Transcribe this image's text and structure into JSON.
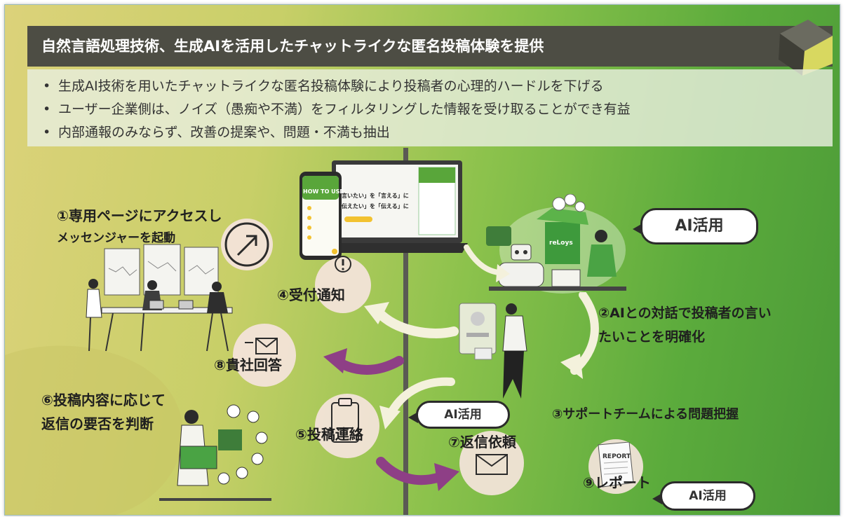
{
  "title": "自然言語処理技術、生成AIを活用したチャットライクな匿名投稿体験を提供",
  "bullets": [
    "生成AI技術を用いたチャットライクな匿名投稿体験により投稿者の心理的ハードルを下げる",
    "ユーザー企業側は、ノイズ（愚痴や不満）をフィルタリングした情報を受け取ることができ有益",
    "内部通報のみならず、改善の提案や、問題・不満も抽出"
  ],
  "steps": {
    "s1_line1": "①専用ページにアクセスし",
    "s1_line2": "メッセンジャーを起動",
    "s2_line1": "②AIとの対話で投稿者の言い",
    "s2_line2": "たいことを明確化",
    "s3": "③サポートチームによる問題把握",
    "s4": "④受付通知",
    "s5": "⑤投稿連絡",
    "s6_line1": "⑥投稿内容に応じて",
    "s6_line2": "返信の要否を判断",
    "s7": "⑦返信依頼",
    "s8": "⑧貴社回答",
    "s9": "⑨レポート"
  },
  "ai_badges": {
    "large": "AI活用",
    "middle": "AI活用",
    "report": "AI活用"
  },
  "mockup": {
    "phone_title": "HOW TO USE",
    "laptop_line1": "言いたい」を「言える」に",
    "laptop_line2": "伝えたい」を「伝える」に"
  },
  "box_label": "reLoys",
  "report_label": "REPORT",
  "colors": {
    "title_bar": "#4d4d44",
    "arrow_purple": "#8e3f86",
    "arrow_cream": "#f4f1dc",
    "divider": "#5a5a54"
  }
}
